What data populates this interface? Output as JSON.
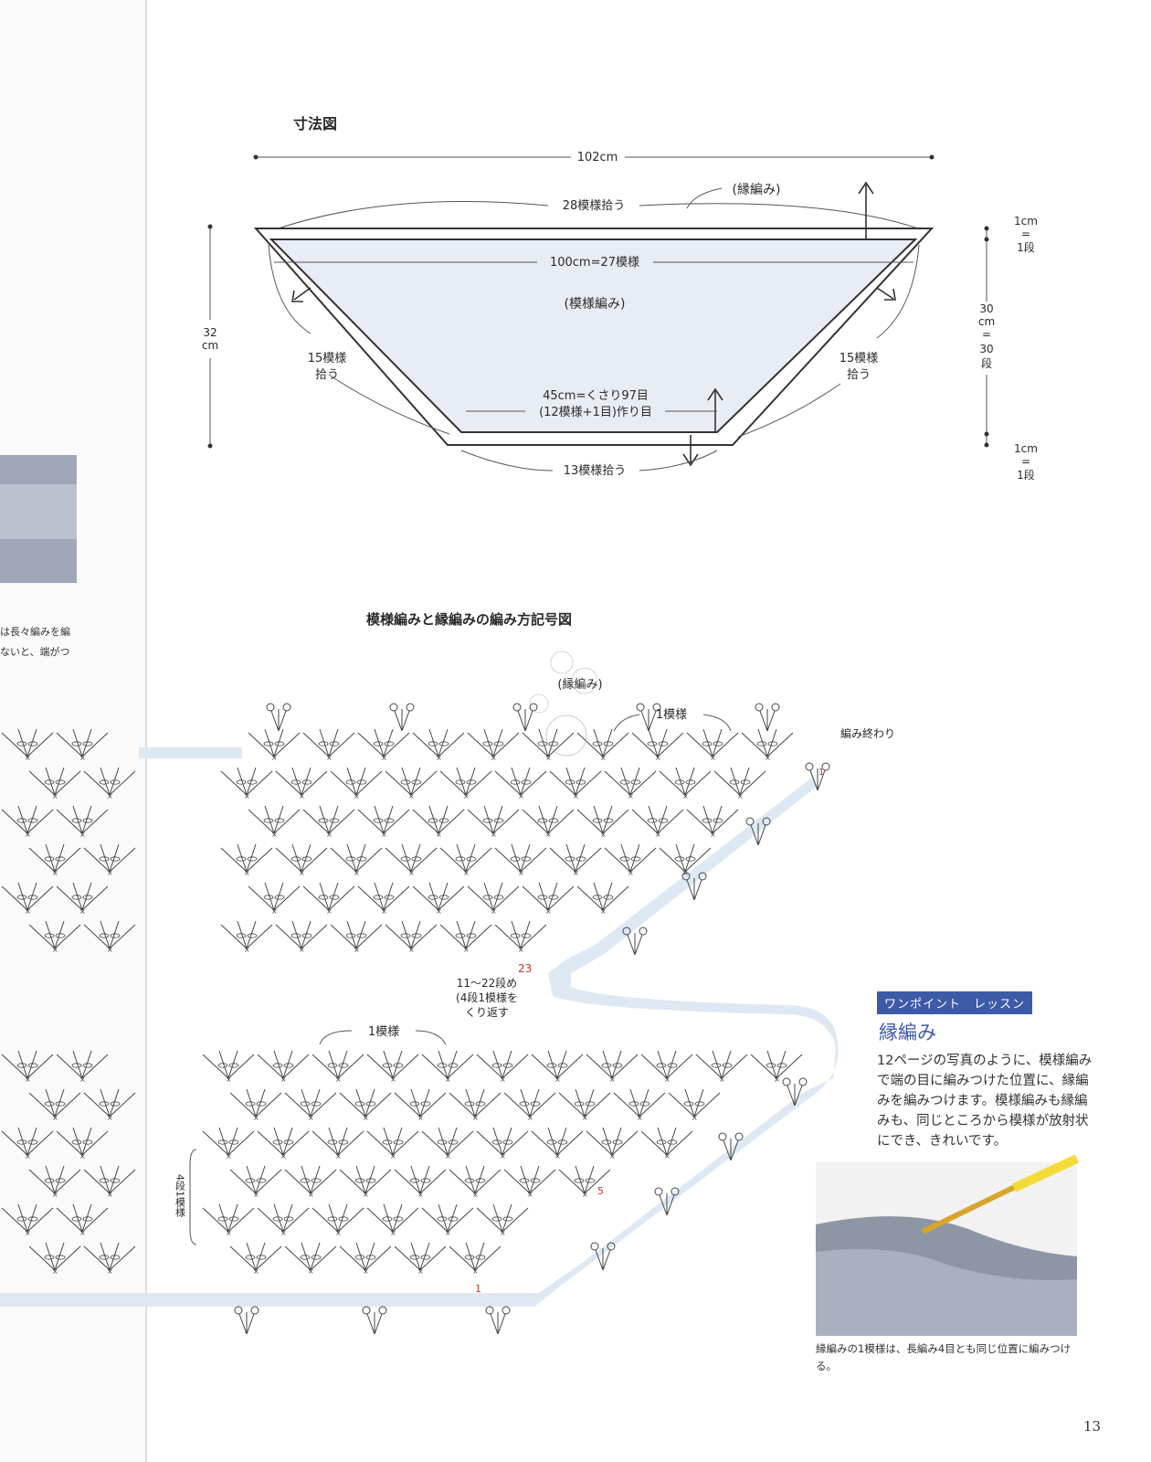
{
  "schematic": {
    "title": "寸法図",
    "top_width": "102cm",
    "edging_label": "(縁編み)",
    "top_pickup": "28模様拾う",
    "inner_width": "100cm=27模様",
    "body_label": "(模様編み)",
    "height": "32",
    "height_unit": "cm",
    "left_pickup_1": "15模様",
    "left_pickup_2": "拾う",
    "right_pickup_1": "15模様",
    "right_pickup_2": "拾う",
    "bottom_line_1": "45cm=くさり97目",
    "bottom_line_2": "(12模様+1目)作り目",
    "bottom_pickup": "13模様拾う",
    "right_top_1": "1cm",
    "right_top_2": "=",
    "right_top_3": "1段",
    "right_mid_1": "30",
    "right_mid_2": "cm",
    "right_mid_3": "=",
    "right_mid_4": "30",
    "right_mid_5": "段",
    "right_bot_1": "1cm",
    "right_bot_2": "=",
    "right_bot_3": "1段"
  },
  "chart": {
    "title": "模様編みと縁編みの編み方記号図",
    "edging_label": "(縁編み)",
    "repeat_top": "1模様",
    "end_label": "編み終わり",
    "row_1_top": "1",
    "row_23": "23",
    "repeat_note_1": "11〜22段め",
    "repeat_note_2": "(4段1模様を",
    "repeat_note_3": "くり返す",
    "repeat_bottom": "1模様",
    "side_note": "4段1模様",
    "row_5": "5",
    "row_1": "1"
  },
  "lesson": {
    "label": "ワンポイント　レッスン",
    "heading": "縁編み",
    "body": "12ページの写真のように、模様編みで端の目に編みつけた位置に、縁編みを編みつけます。模様編みも縁編みも、同じところから模様が放射状にでき、きれいです。"
  },
  "photo_caption": "縁編みの1模様は、長編み4目とも同じ位置に編みつける。",
  "left_snippet_1": "は長々編みを編",
  "left_snippet_2": "ないと、端がつ",
  "page_number": "13",
  "colors": {
    "accent": "#3d5aa8",
    "highlight": "#dde8f3",
    "red": "#c0392b",
    "ink": "#333333"
  }
}
